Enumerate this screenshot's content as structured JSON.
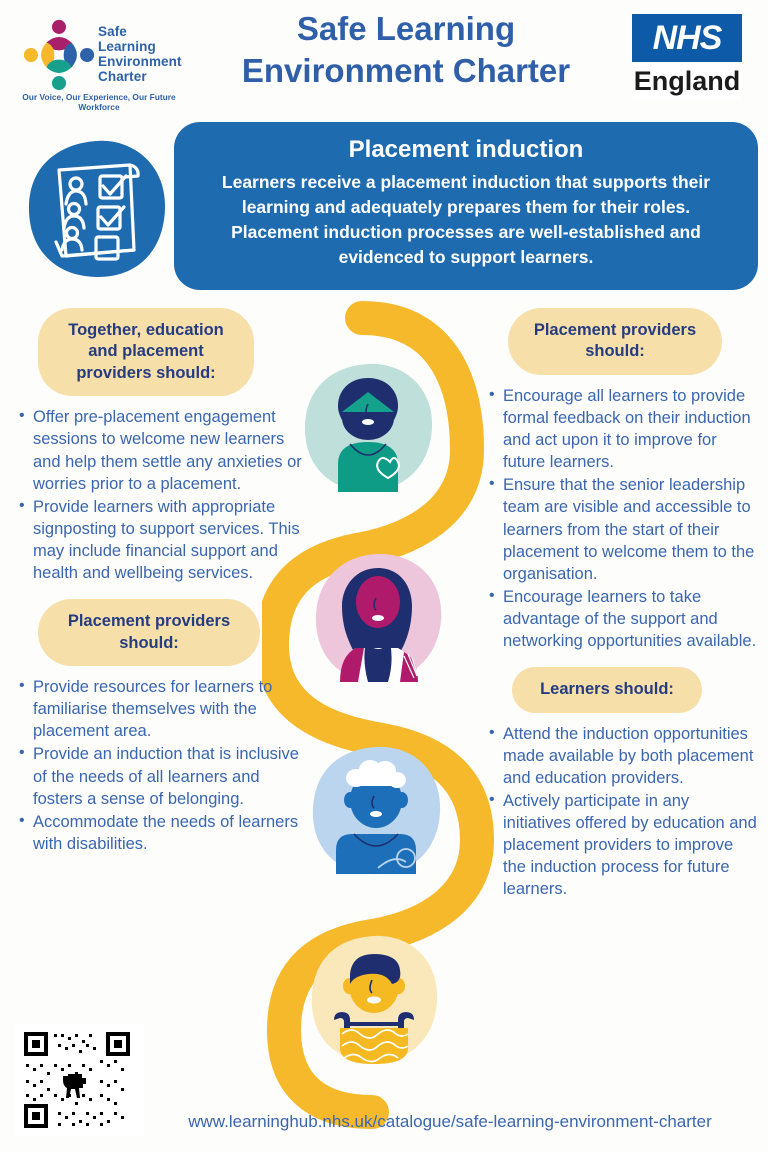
{
  "header": {
    "brand_logo": {
      "line1": "Safe",
      "line2": "Learning",
      "line3": "Environment",
      "line4": "Charter",
      "tagline": "Our Voice, Our Experience, Our Future Workforce"
    },
    "title": "Safe Learning Environment Charter",
    "nhs_logo": {
      "mark": "NHS",
      "region": "England"
    }
  },
  "banner": {
    "icon": "clipboard-checklist-icon",
    "title": "Placement induction",
    "body": "Learners receive a placement induction that supports their learning and adequately prepares them for their roles. Placement induction processes are well-established and evidenced to support learners."
  },
  "left_column": {
    "section1": {
      "heading": "Together, education and placement providers should:",
      "bullets": [
        "Offer pre-placement engagement sessions to welcome new learners and help them settle any anxieties or worries prior to a placement.",
        "Provide learners with appropriate signposting to support services. This may include financial support and health and wellbeing services."
      ]
    },
    "section2": {
      "heading": "Placement providers should:",
      "bullets": [
        "Provide resources for learners to familiarise themselves with the placement area.",
        "Provide an induction that is inclusive of the needs of all learners and fosters a sense of belonging.",
        "Accommodate the needs of learners with disabilities."
      ]
    }
  },
  "right_column": {
    "section1": {
      "heading": "Placement providers should:",
      "bullets": [
        "Encourage all learners to provide formal feedback on their induction and act upon it to improve for future learners.",
        "Ensure that the senior leadership team are visible and accessible to learners from the start of their placement to welcome them to the organisation.",
        "Encourage learners to take advantage of the support and networking opportunities available."
      ]
    },
    "section2": {
      "heading": "Learners should:",
      "bullets": [
        "Attend the induction opportunities made available by both placement and education providers.",
        "Actively participate in any initiatives offered by education and placement providers to improve the induction process for future learners."
      ]
    }
  },
  "center_art": {
    "ribbon": "yellow-s-curve-ribbon",
    "avatars": [
      {
        "name": "avatar-turban-nurse-icon",
        "blob_color": "#BFE0DA",
        "accent": "#14A28C"
      },
      {
        "name": "avatar-hijab-woman-icon",
        "blob_color": "#EEC6DC",
        "accent": "#B01A6B"
      },
      {
        "name": "avatar-older-person-icon",
        "blob_color": "#BBD5EE",
        "accent": "#1E6FBA"
      },
      {
        "name": "avatar-wheelchair-user-icon",
        "blob_color": "#FAE8BB",
        "accent": "#F5B921"
      }
    ]
  },
  "footer": {
    "qr_code": "qr-code-image",
    "url": "www.learninghub.nhs.uk/catalogue/safe-learning-environment-charter"
  },
  "colors": {
    "title_blue": "#2F5FA8",
    "banner_blue": "#1F6BB0",
    "body_blue": "#3A66B0",
    "pill_peach": "#F7DFAA",
    "pill_text_navy": "#263C80",
    "ribbon_yellow": "#F5B92B",
    "nhs_blue": "#0D5BA8"
  }
}
